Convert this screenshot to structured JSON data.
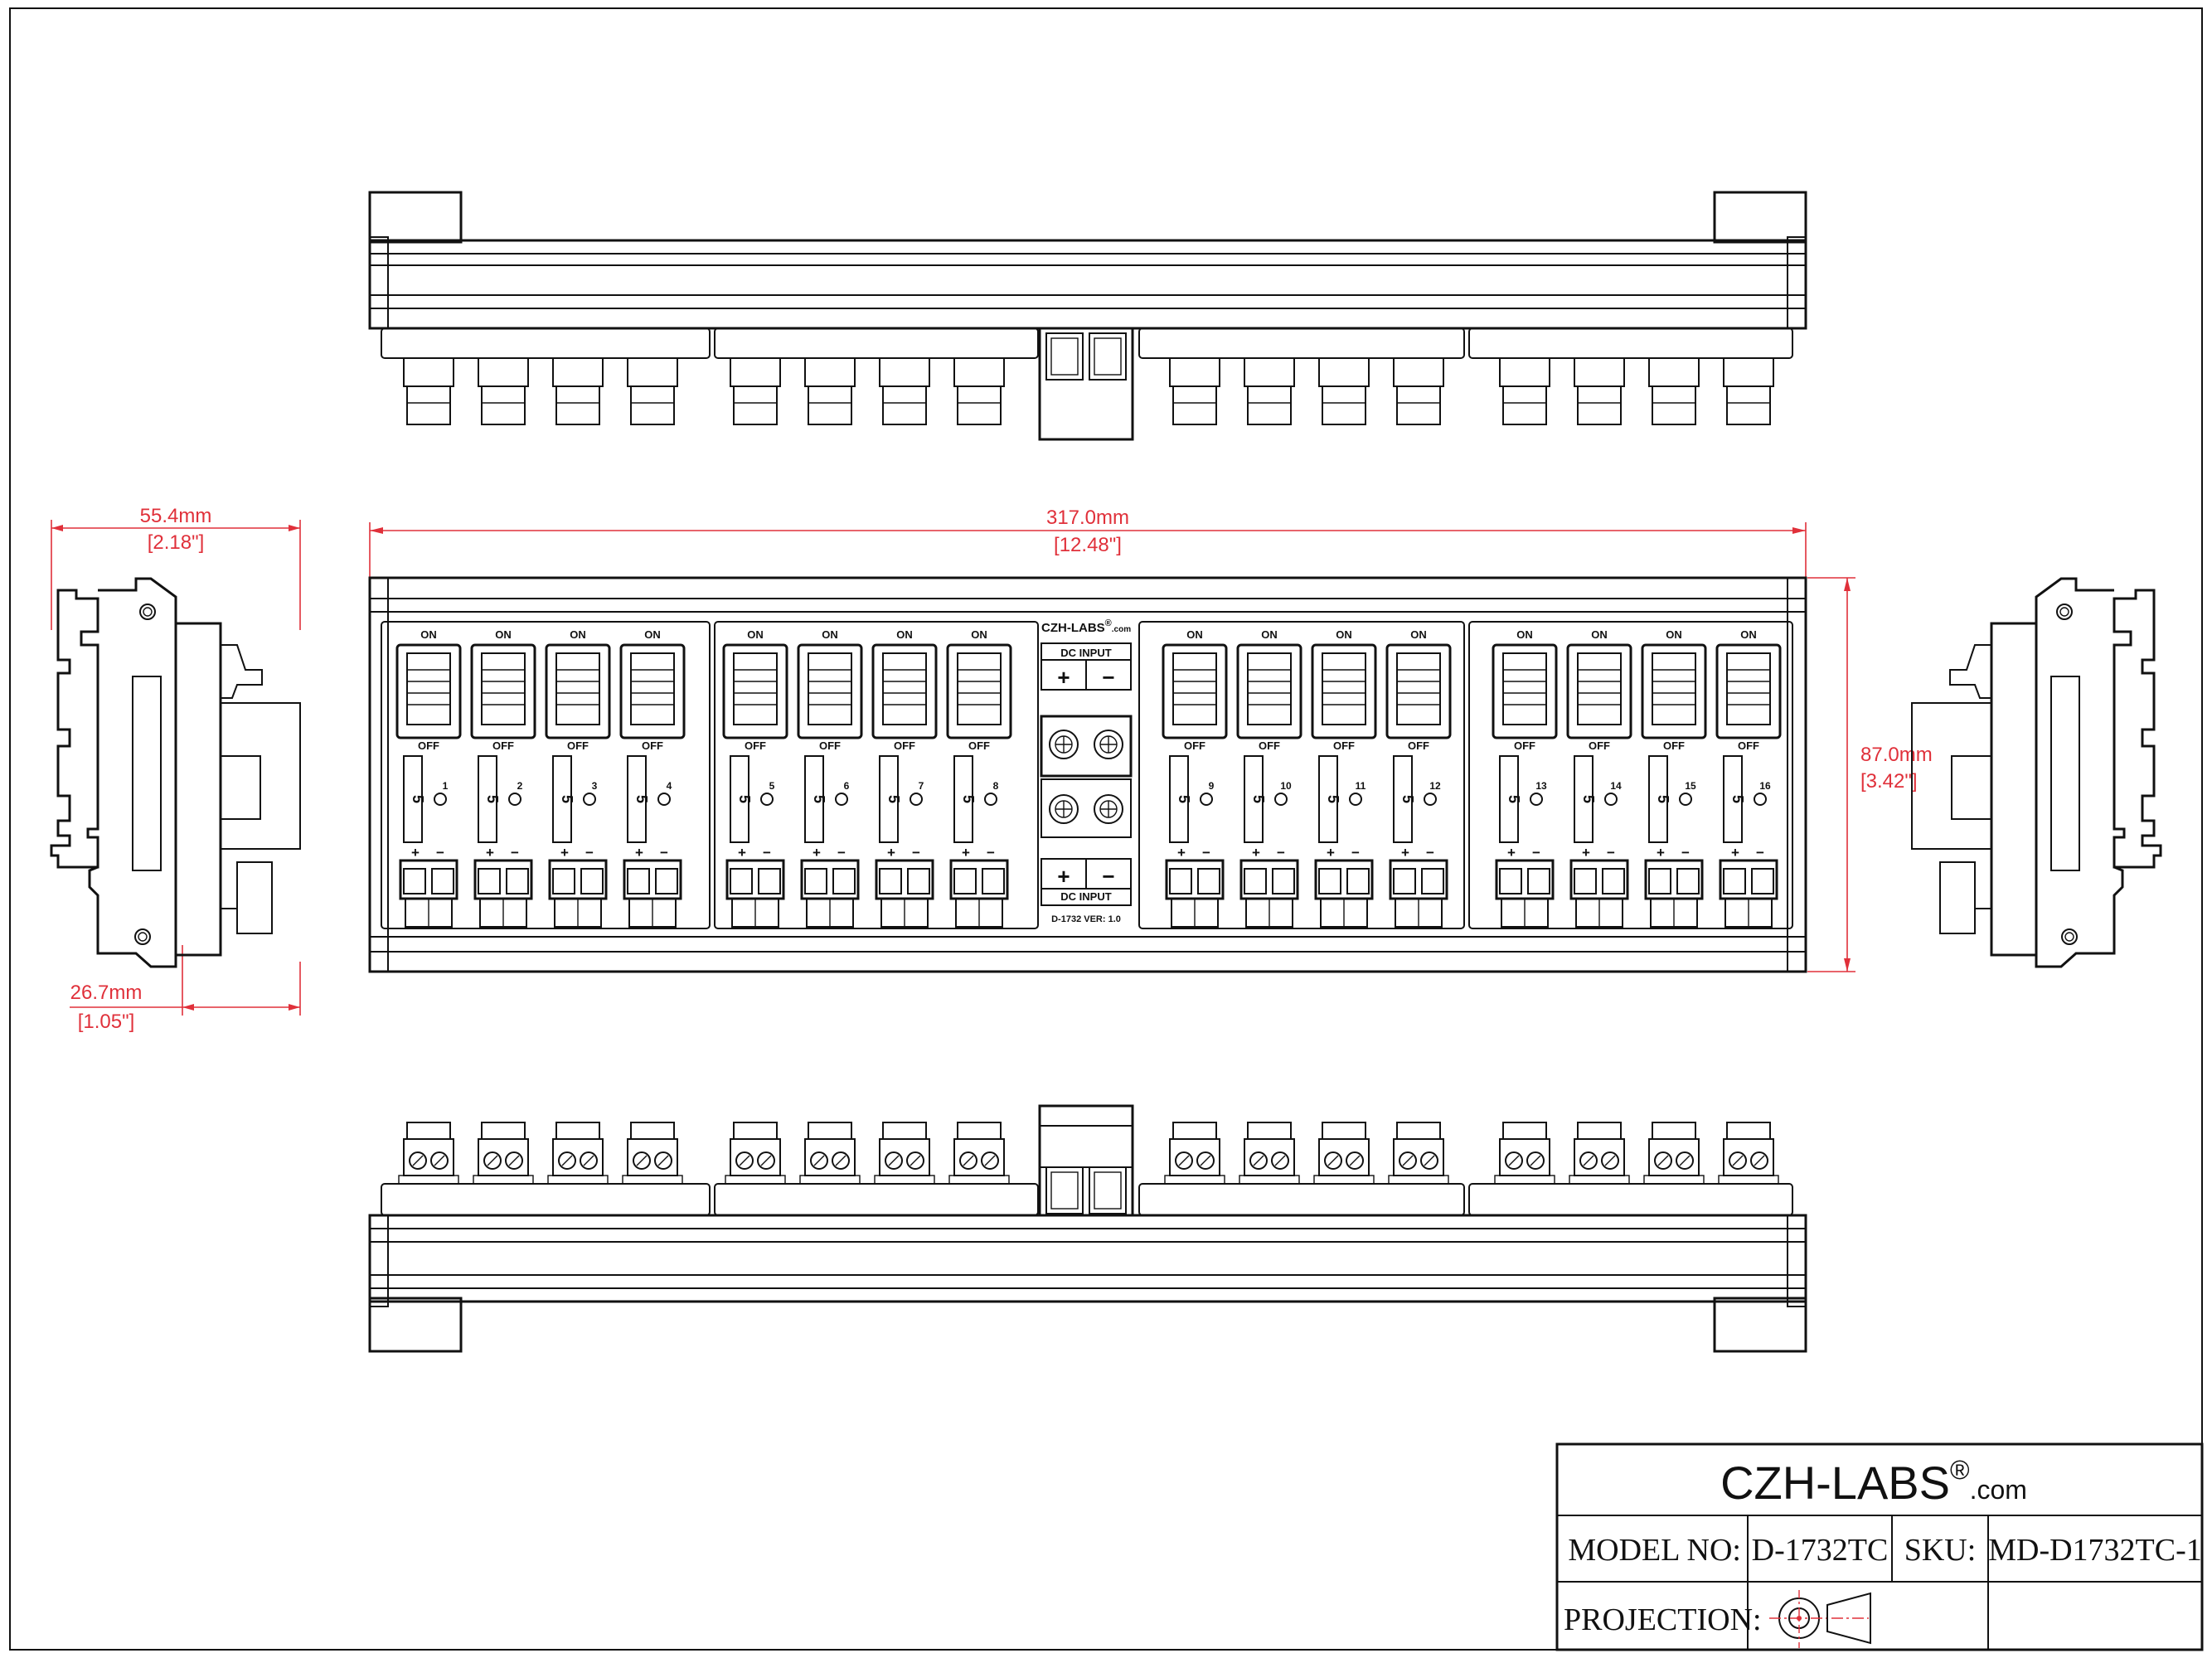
{
  "title_block": {
    "brand": "CZH-LABS",
    "brand_reg": "®",
    "brand_suffix": ".com",
    "model_label": "MODEL NO:",
    "model_value": "D-1732TC",
    "sku_label": "SKU:",
    "sku_value": "MD-D1732TC-1",
    "projection_label": "PROJECTION:"
  },
  "dimensions": {
    "depth_mm": "55.4mm",
    "depth_in": "[2.18\"]",
    "length_mm": "317.0mm",
    "length_in": "[12.48\"]",
    "height_mm": "87.0mm",
    "height_in": "[3.42\"]",
    "rail_mm": "26.7mm",
    "rail_in": "[1.05\"]"
  },
  "panel": {
    "switch_on": "ON",
    "switch_off": "OFF",
    "fuse_value": "5",
    "plus": "+",
    "minus": "−",
    "brand": "CZH-LABS",
    "brand_reg": "®",
    "brand_suffix": ".com",
    "dc_input": "DC INPUT",
    "version": "D-1732  VER: 1.0",
    "channels": [
      "1",
      "2",
      "3",
      "4",
      "5",
      "6",
      "7",
      "8",
      "9",
      "10",
      "11",
      "12",
      "13",
      "14",
      "15",
      "16"
    ]
  }
}
